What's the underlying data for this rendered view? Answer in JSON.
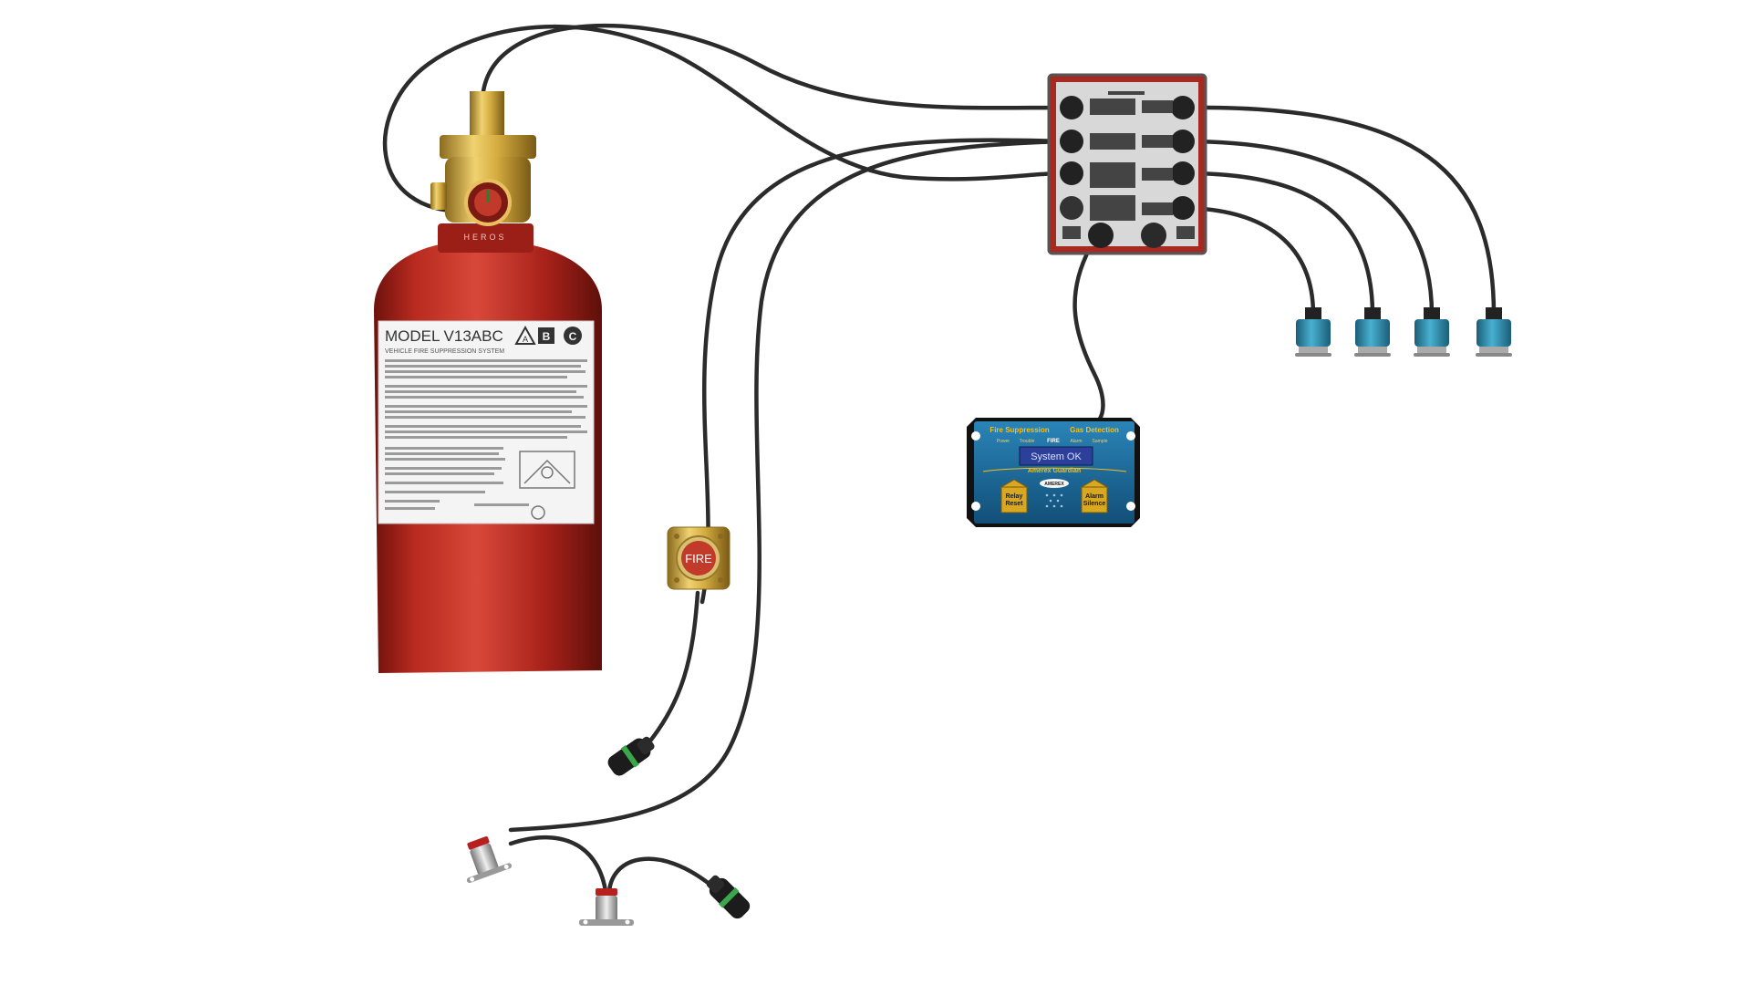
{
  "cylinder": {
    "model": "MODEL V13ABC",
    "subtitle": "VEHICLE FIRE SUPPRESSION SYSTEM",
    "classes": [
      "A",
      "B",
      "C"
    ],
    "neck_text": "HEROS"
  },
  "manual_button": {
    "label": "FIRE"
  },
  "controller": {
    "title_left": "Fire Suppression",
    "title_right": "Gas Detection",
    "status_row": [
      "Power",
      "Trouble",
      "FIRE",
      "Alarm",
      "Sample"
    ],
    "display_text": "System OK",
    "brand": "Amerex Guardian",
    "logo": "AMEREX",
    "buttons": [
      "Relay Reset",
      "Alarm Silence"
    ]
  },
  "colors": {
    "cylinder_red": "#b9261c",
    "brass": "#d8b24a",
    "controller_blue": "#1a6fa0",
    "detector_teal": "#2f8fb0",
    "wire": "#2b2b2b",
    "controller_text": "#f0c020"
  }
}
